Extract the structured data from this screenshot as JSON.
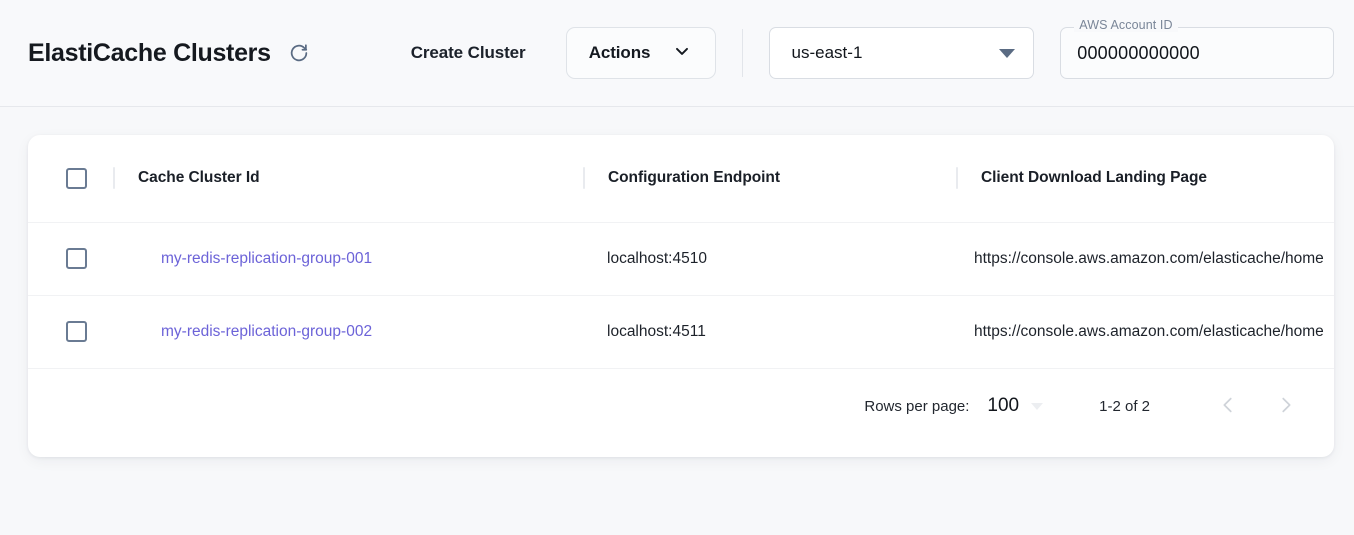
{
  "header": {
    "title": "ElastiCache Clusters",
    "refresh_icon": "refresh-icon",
    "create_cluster_label": "Create Cluster",
    "actions_label": "Actions",
    "actions_chevron_icon": "chevron-down-icon",
    "region": {
      "value": "us-east-1",
      "caret_icon": "triangle-down-icon"
    },
    "account": {
      "label": "AWS Account ID",
      "value": "000000000000"
    }
  },
  "table": {
    "columns": [
      "Cache Cluster Id",
      "Configuration Endpoint",
      "Client Download Landing Page"
    ],
    "select_all_checkbox": "unchecked",
    "rows": [
      {
        "checkbox": "unchecked",
        "cluster_id": "my-redis-replication-group-001",
        "endpoint": "localhost:4510",
        "landing_page": "https://console.aws.amazon.com/elasticache/home"
      },
      {
        "checkbox": "unchecked",
        "cluster_id": "my-redis-replication-group-002",
        "endpoint": "localhost:4511",
        "landing_page": "https://console.aws.amazon.com/elasticache/home"
      }
    ]
  },
  "pagination": {
    "rows_per_page_label": "Rows per page:",
    "rows_per_page_value": "100",
    "range_label": "1-2 of 2",
    "prev_icon": "chevron-left-icon",
    "next_icon": "chevron-right-icon"
  },
  "colors": {
    "page_background": "#f7f8fa",
    "card_background": "#ffffff",
    "link": "#6c63d8",
    "icon_slate": "#5a6b83",
    "border": "#e6e8ec"
  }
}
